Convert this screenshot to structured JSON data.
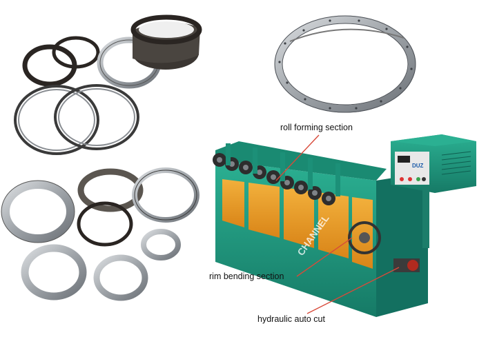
{
  "callouts": {
    "roll_forming": "roll forming section",
    "rim_bending": "rim bending section",
    "hydraulic_cut": "hydraulic auto cut"
  },
  "machine": {
    "brand": "CHANNEL",
    "panel_text": "DUZ"
  },
  "colors": {
    "machine_green": "#1f9a7e",
    "machine_green_dark": "#147262",
    "machine_orange": "#e89a22",
    "steel": "#a9adb2",
    "steel_dark": "#5d6167",
    "rubber": "#2a2522",
    "leader_red": "#d84a3a"
  }
}
